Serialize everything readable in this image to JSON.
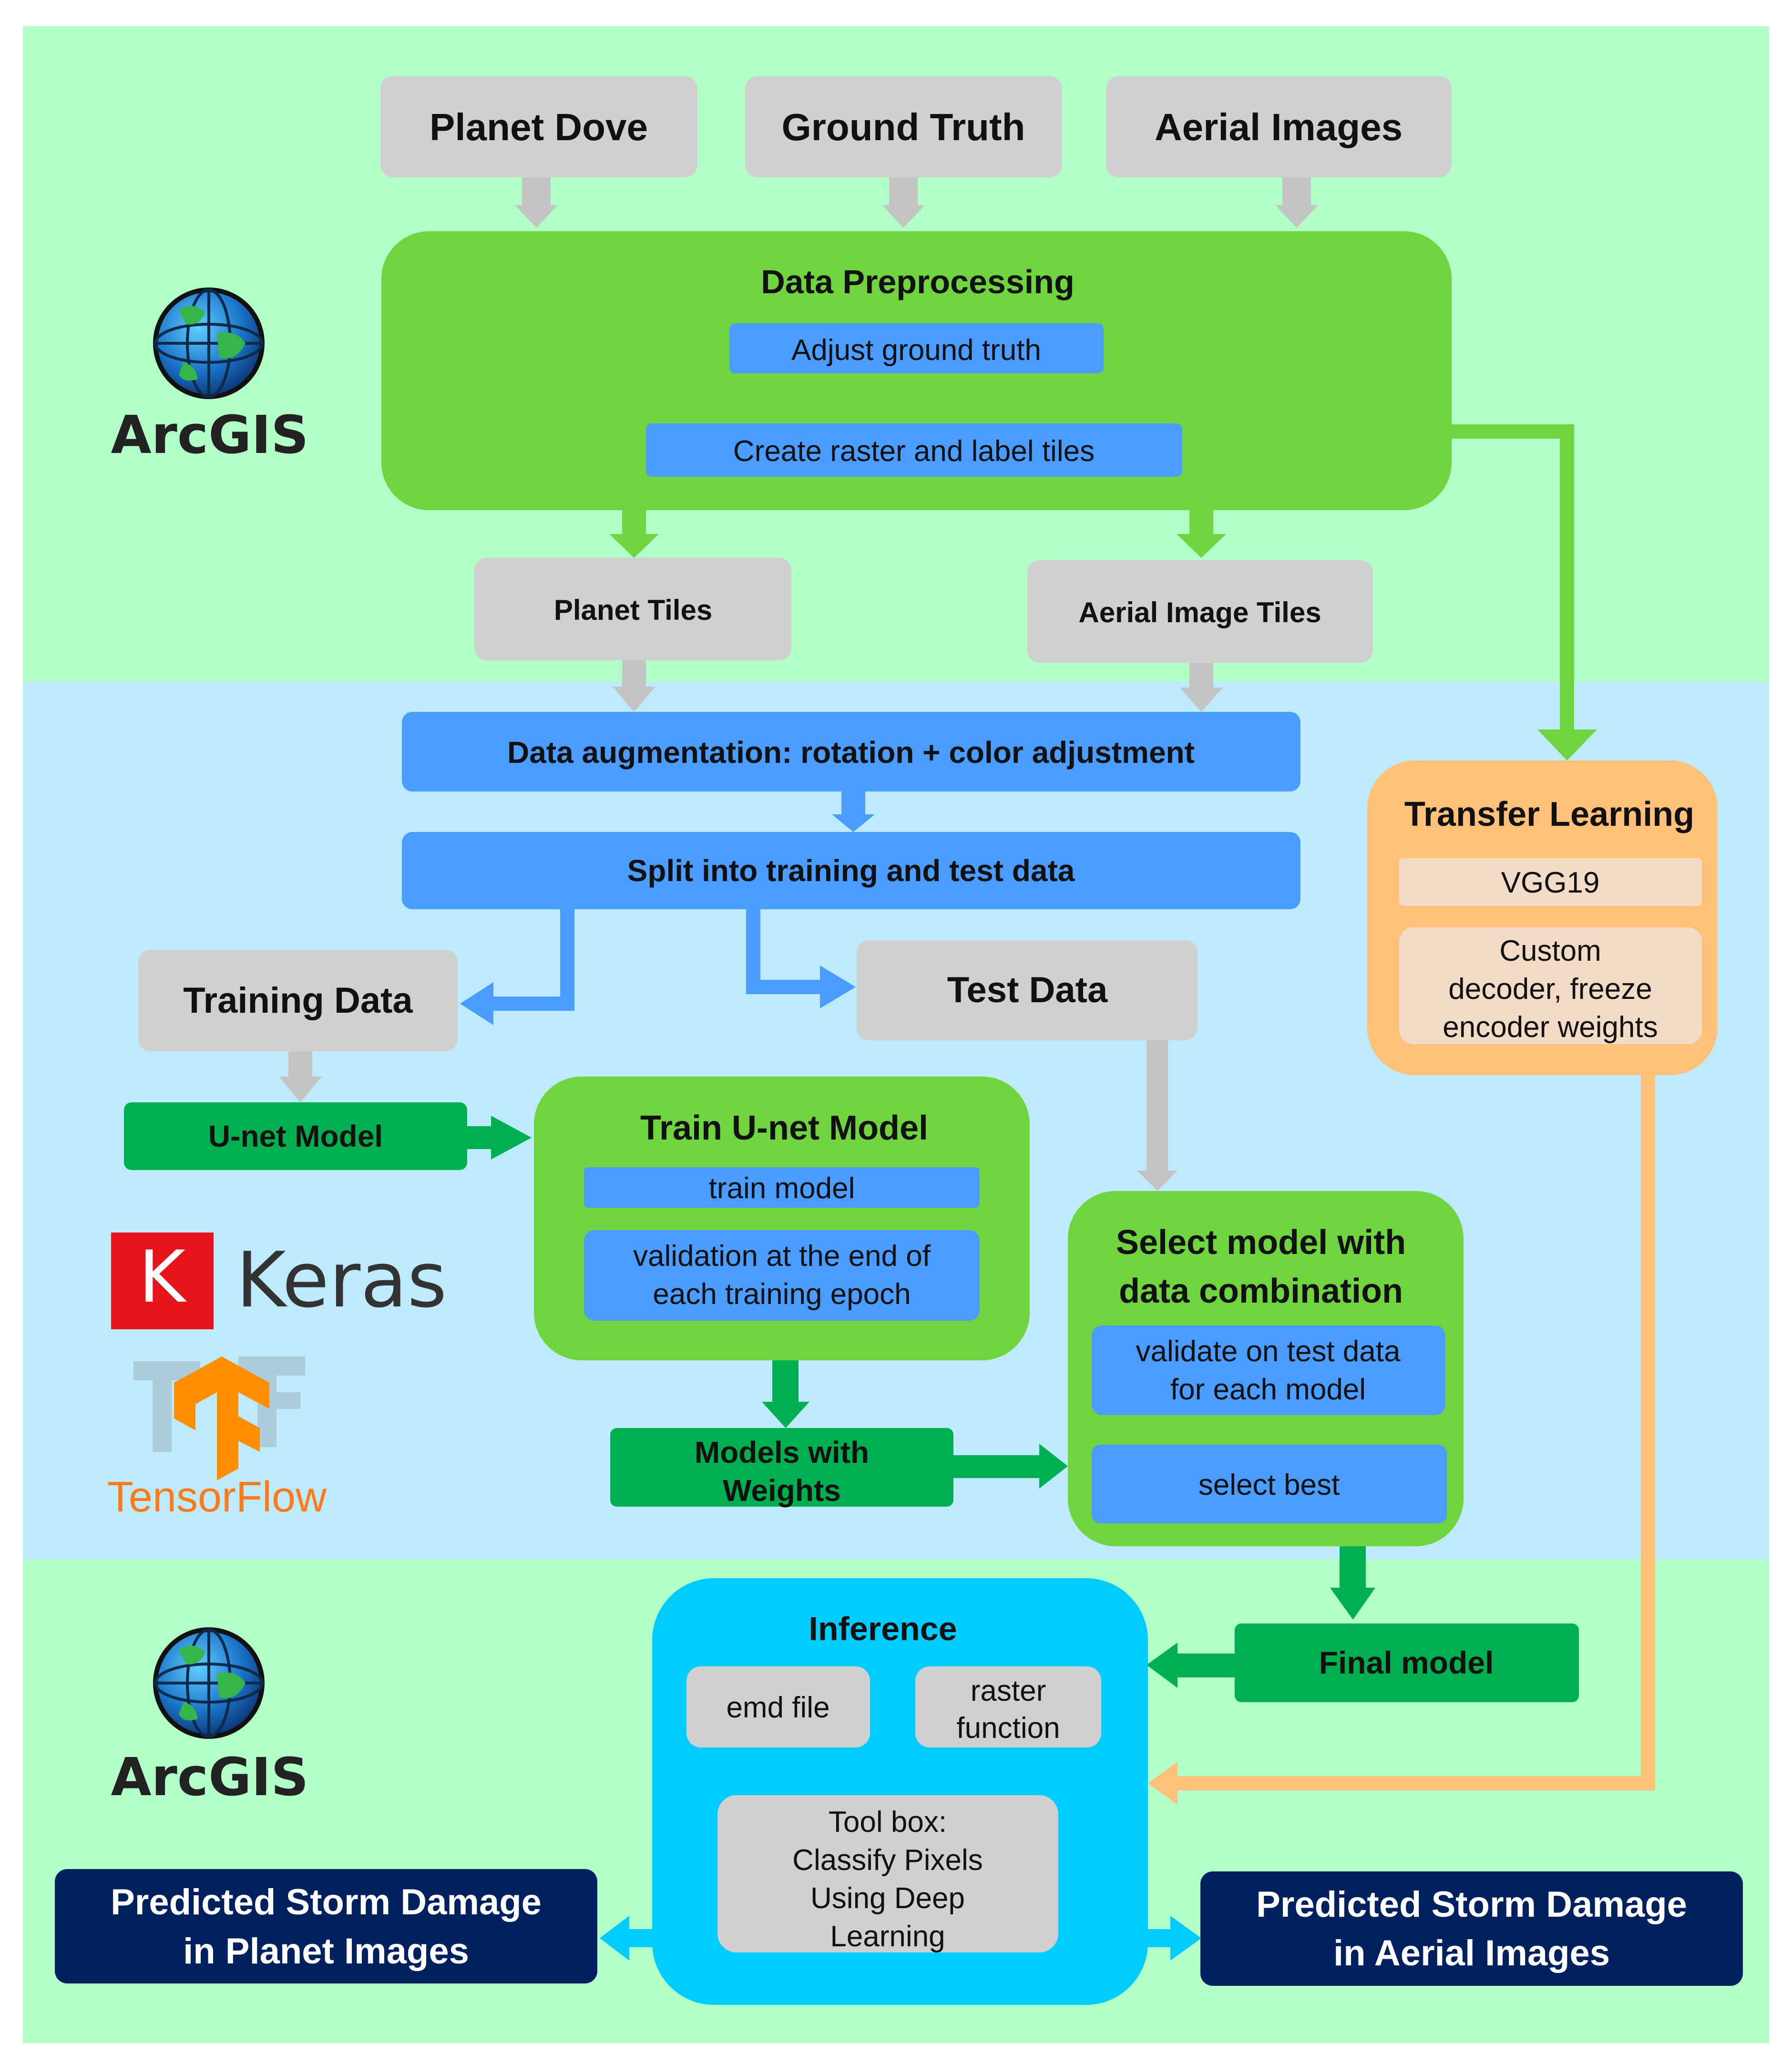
{
  "inputs": {
    "planet_dove": "Planet Dove",
    "ground_truth": "Ground Truth",
    "aerial_images": "Aerial Images"
  },
  "preprocessing": {
    "title": "Data Preprocessing",
    "step1": "Adjust ground truth",
    "step2": "Create raster and label tiles"
  },
  "tiles": {
    "planet": "Planet Tiles",
    "aerial": "Aerial Image Tiles"
  },
  "augmentation": "Data augmentation: rotation + color adjustment",
  "split": "Split into training and test data",
  "training_data": "Training Data",
  "test_data": "Test Data",
  "unet_model": "U-net Model",
  "train_unet": {
    "title": "Train U-net Model",
    "step1": "train model",
    "step2": [
      "validation at the end of",
      "each training epoch"
    ]
  },
  "models_with_weights": [
    "Models with",
    "Weights"
  ],
  "select_model": {
    "title": [
      "Select model with",
      "data combination"
    ],
    "step1": [
      "validate on test data",
      "for each model"
    ],
    "step2": "select best"
  },
  "transfer_learning": {
    "title": "Transfer Learning",
    "step1": "VGG19",
    "step2": [
      "Custom",
      "decoder, freeze",
      "encoder weights"
    ]
  },
  "final_model": "Final model",
  "inference": {
    "title": "Inference",
    "emd": "emd file",
    "raster": [
      "raster",
      "function"
    ],
    "toolbox": [
      "Tool box:",
      "Classify Pixels",
      "Using Deep",
      "Learning"
    ]
  },
  "outputs": {
    "planet": [
      "Predicted Storm Damage",
      "in Planet Images"
    ],
    "aerial": [
      "Predicted Storm Damage",
      "in Aerial Images"
    ]
  },
  "logos": {
    "arcgis_top": "ArcGIS",
    "arcgis_bottom": "ArcGIS",
    "keras_letter": "K",
    "keras": "Keras",
    "tensorflow": "TensorFlow"
  },
  "colors": {
    "band_green": "#b3ffc8",
    "band_blue": "#bdebfb",
    "gray_box": "#d0d0d0",
    "green_panel": "#6fd43e",
    "blue_box": "#4a9dff",
    "dark_green": "#00b050",
    "orange_panel": "#ffc07a",
    "beige_box": "#f2dcc8",
    "cyan_panel": "#00ccff",
    "navy_box": "#002060",
    "keras_red": "#e8141c",
    "tf_orange": "#ff8f00"
  }
}
